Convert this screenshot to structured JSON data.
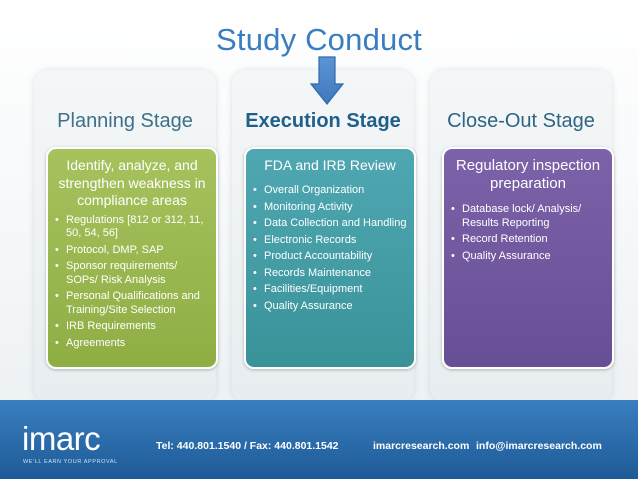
{
  "title": "Study Conduct",
  "colors": {
    "title": "#3a7dc0",
    "planning": "#9bb851",
    "execution": "#45a0ab",
    "closeout": "#72599f",
    "footer": "#2b6dac"
  },
  "stages": {
    "planning": {
      "label": "Planning Stage",
      "heading": "Identify, analyze, and strengthen weakness in compliance areas",
      "items": [
        "Regulations [812 or 312, 11, 50, 54, 56]",
        "Protocol, DMP, SAP",
        "Sponsor requirements/ SOPs/ Risk Analysis",
        "Personal Qualifications and Training/Site Selection",
        "IRB Requirements",
        "Agreements"
      ]
    },
    "execution": {
      "label": "Execution Stage",
      "heading": "FDA and IRB Review",
      "items": [
        "Overall Organization",
        "Monitoring Activity",
        "Data Collection and Handling",
        "Electronic Records",
        "Product Accountability",
        "Records Maintenance",
        "Facilities/Equipment",
        "Quality Assurance"
      ]
    },
    "closeout": {
      "label": "Close-Out Stage",
      "heading": "Regulatory inspection preparation",
      "items": [
        "Database lock/ Analysis/ Results Reporting",
        "Record Retention",
        "Quality Assurance"
      ]
    }
  },
  "footer": {
    "logo": "imarc",
    "tagline": "WE'LL EARN YOUR APPROVAL",
    "phone": "Tel: 440.801.1540 / Fax: 440.801.1542",
    "website": "imarcresearch.com",
    "email": "info@imarcresearch.com"
  }
}
